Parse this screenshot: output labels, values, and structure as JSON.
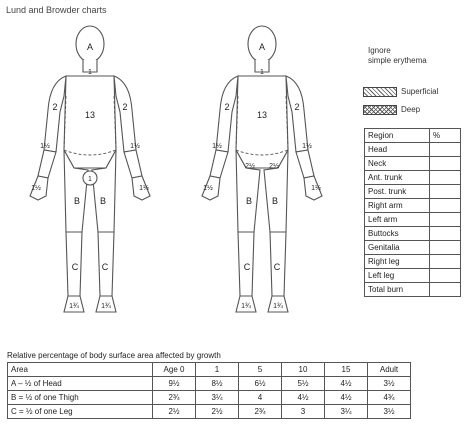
{
  "title": "Lund and Browder charts",
  "body_labels": {
    "a": "A",
    "one": "1",
    "thirteen": "13",
    "two": "2",
    "one_half": "1½",
    "b": "B",
    "c": "C",
    "two_half": "2½",
    "one_three_quarter": "1¾"
  },
  "legend": {
    "note_line1": "Ignore",
    "note_line2": "simple erythema",
    "superficial": "Superficial",
    "deep": "Deep"
  },
  "region_table": {
    "headers": [
      "Region",
      "%"
    ],
    "rows": [
      "Head",
      "Neck",
      "Ant. trunk",
      "Post. trunk",
      "Right arm",
      "Left arm",
      "Buttocks",
      "Genitalia",
      "Right leg",
      "Left leg",
      "Total burn"
    ]
  },
  "age_table": {
    "caption": "Relative percentage of body surface area affected by growth",
    "headers": [
      "Area",
      "Age 0",
      "1",
      "5",
      "10",
      "15",
      "Adult"
    ],
    "rows": [
      {
        "area": "A – ½ of Head",
        "values": [
          "9½",
          "8½",
          "6½",
          "5½",
          "4½",
          "3½"
        ]
      },
      {
        "area": "B = ½ of one Thigh",
        "values": [
          "2¾",
          "3¼",
          "4",
          "4½",
          "4½",
          "4¾"
        ]
      },
      {
        "area": "C = ½ of one Leg",
        "values": [
          "2½",
          "2½",
          "2¾",
          "3",
          "3¼",
          "3½"
        ]
      }
    ]
  }
}
